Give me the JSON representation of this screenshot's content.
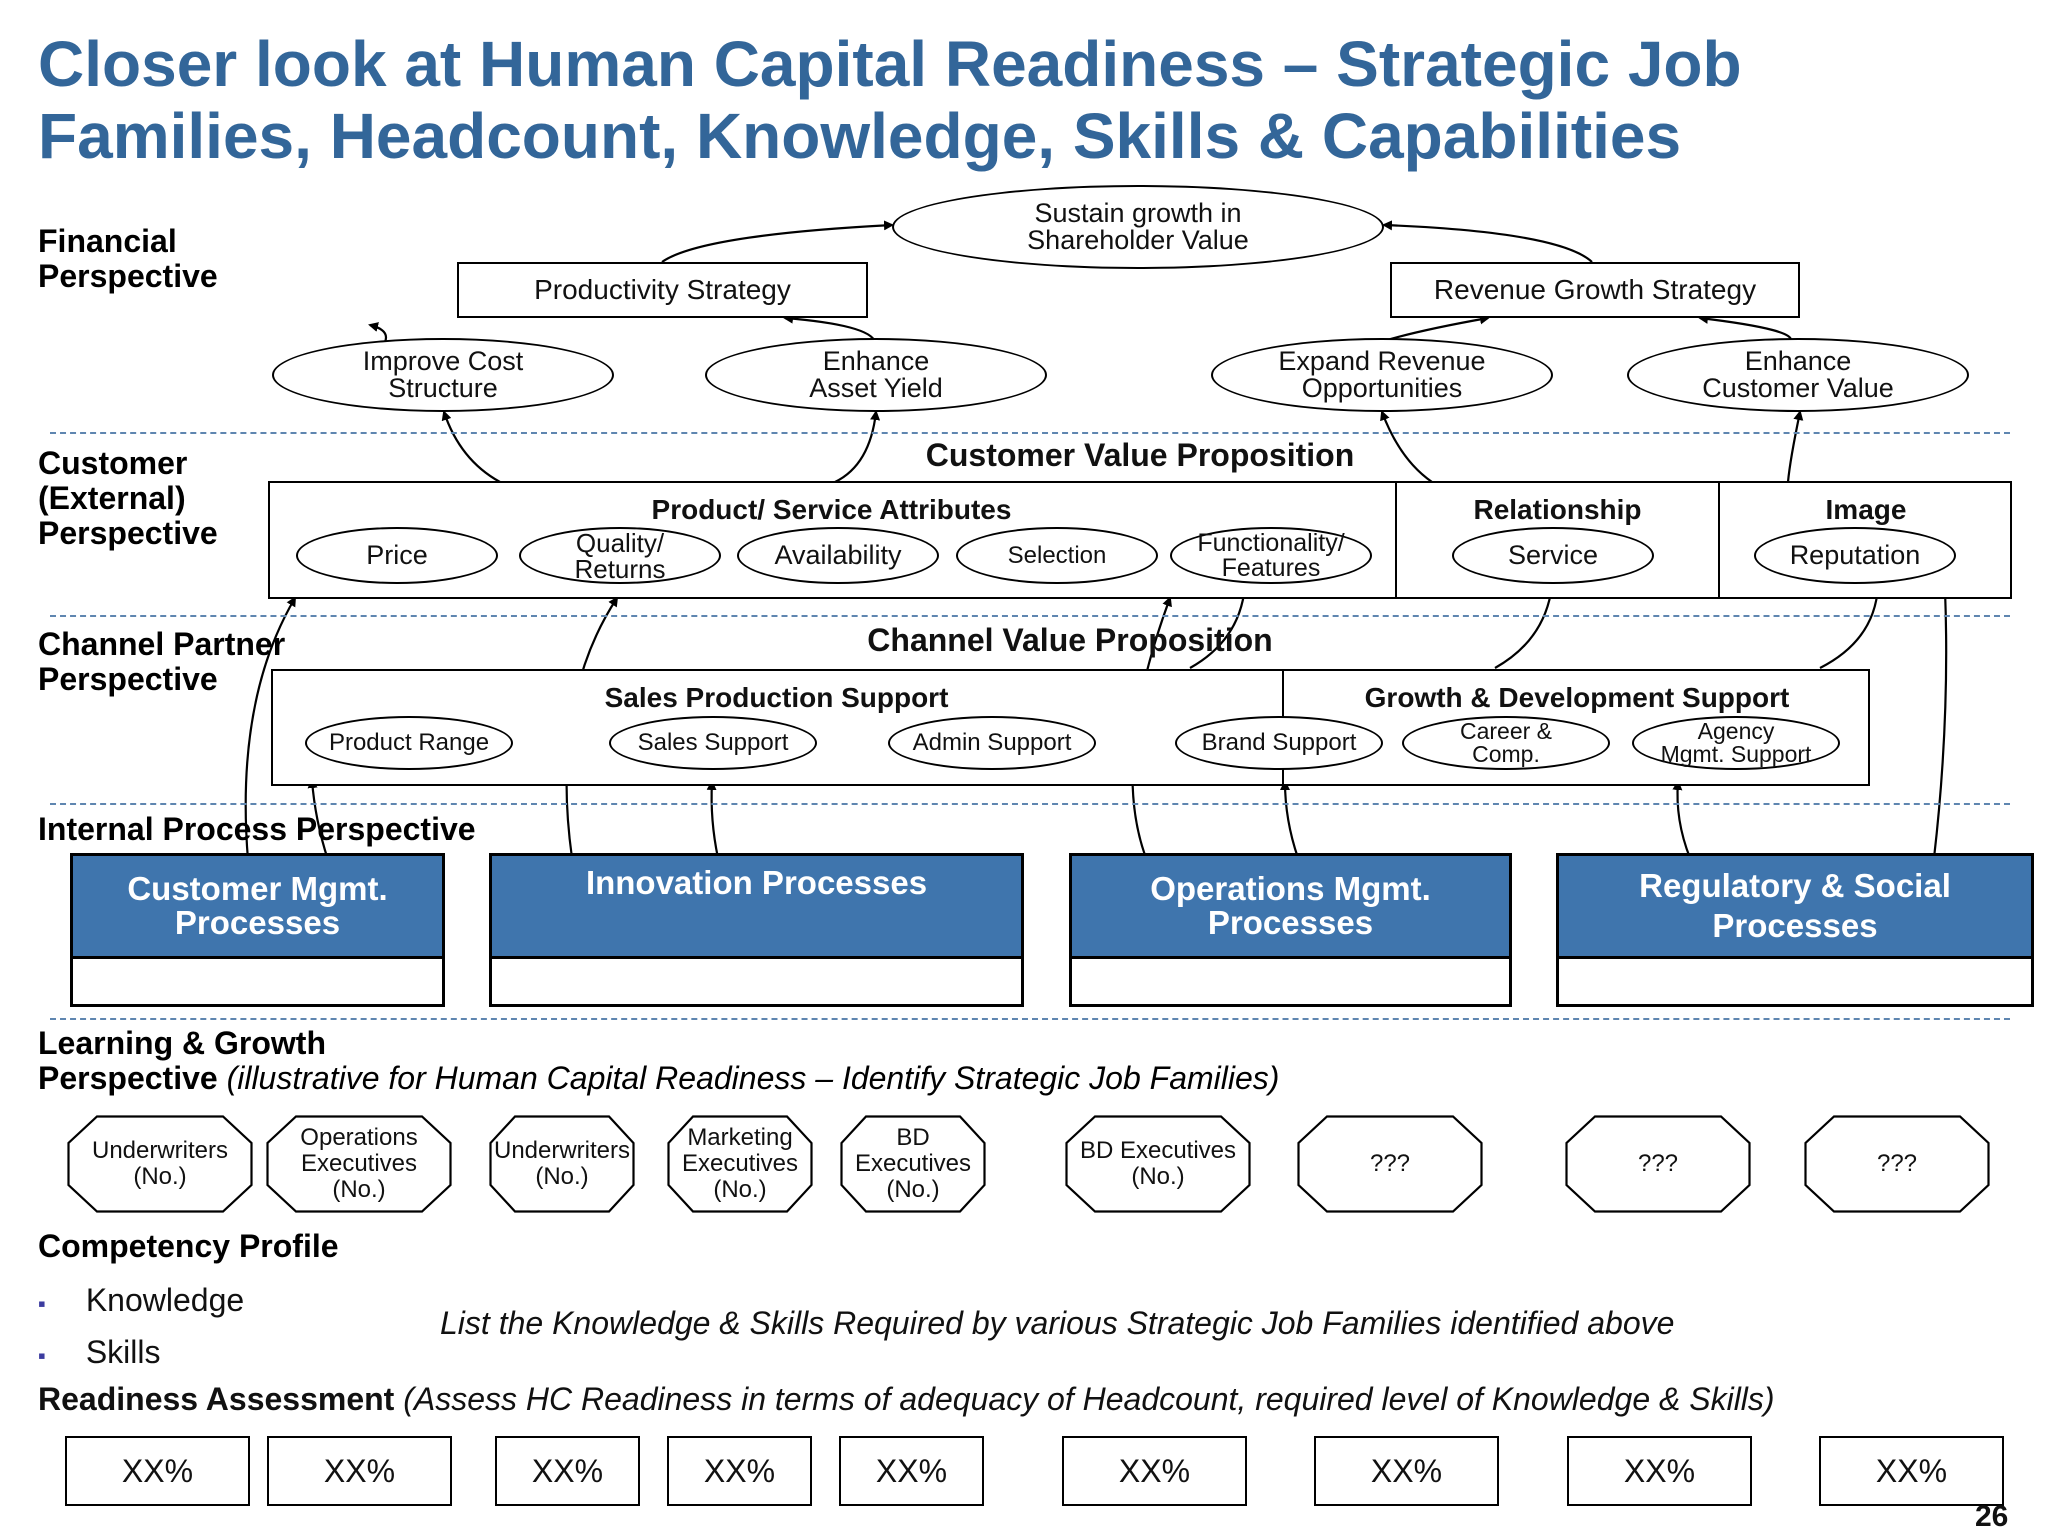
{
  "title": "Closer look at Human Capital Readiness – Strategic Job Families, Headcount, Knowledge, Skills & Capabilities",
  "perspectives": {
    "financial": "Financial\nPerspective",
    "customer": "Customer\n(External)\nPerspective",
    "channel": "Channel Partner\nPerspective",
    "internal": "Internal Process Perspective",
    "learning_bold": "Learning & Growth\nPerspective",
    "learning_note": "(illustrative for Human Capital Readiness – Identify Strategic Job Families)"
  },
  "financial": {
    "goal": "Sustain growth in\nShareholder Value",
    "productivity": "Productivity Strategy",
    "revenue": "Revenue Growth Strategy",
    "improve_cost": "Improve Cost\nStructure",
    "asset_yield": "Enhance\nAsset Yield",
    "expand_revenue": "Expand Revenue\nOpportunities",
    "customer_value": "Enhance\nCustomer Value"
  },
  "customer": {
    "header": "Customer Value Proposition",
    "attributes_header": "Product/ Service Attributes",
    "attributes": [
      "Price",
      "Quality/\nReturns",
      "Availability",
      "Selection",
      "Functionality/\nFeatures"
    ],
    "relationship_header": "Relationship",
    "relationship_item": "Service",
    "image_header": "Image",
    "image_item": "Reputation"
  },
  "channel": {
    "header": "Channel Value Proposition",
    "sales_header": "Sales Production Support",
    "sales_items": [
      "Product Range",
      "Sales Support",
      "Admin Support",
      "Brand Support"
    ],
    "growth_header": "Growth & Development Support",
    "growth_items": [
      "Career &\nComp.",
      "Agency\nMgmt. Support"
    ]
  },
  "processes": [
    "Customer Mgmt.\nProcesses",
    "Innovation Processes",
    "Operations Mgmt.\nProcesses",
    "Regulatory & Social\nProcesses"
  ],
  "job_families": [
    "Underwriters\n(No.)",
    "Operations\nExecutives\n(No.)",
    "Underwriters\n(No.)",
    "Marketing\nExecutives\n(No.)",
    "BD\nExecutives\n(No.)",
    "BD Executives\n(No.)",
    "???",
    "???",
    "???"
  ],
  "competency": {
    "header": "Competency Profile",
    "items": [
      "Knowledge",
      "Skills"
    ],
    "bullet": "▪",
    "note": "List the Knowledge & Skills Required by various Strategic Job Families identified above"
  },
  "readiness": {
    "bold": "Readiness Assessment",
    "note": "(Assess HC Readiness in terms of adequacy of Headcount, required level of Knowledge & Skills)",
    "values": [
      "XX%",
      "XX%",
      "XX%",
      "XX%",
      "XX%",
      "XX%",
      "XX%",
      "XX%",
      "XX%"
    ]
  },
  "page_number": "26"
}
